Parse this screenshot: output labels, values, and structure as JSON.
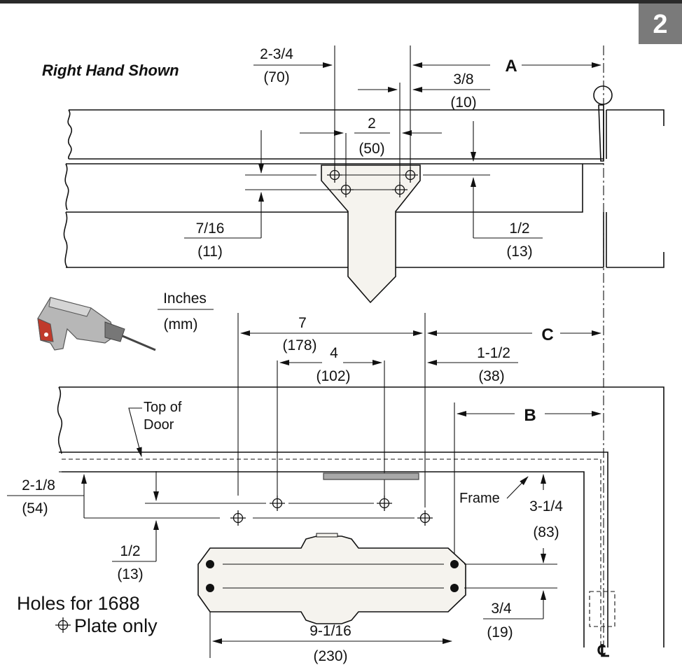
{
  "step_number": "2",
  "title": "Right Hand Shown",
  "units": {
    "primary": "Inches",
    "secondary": "(mm)"
  },
  "letters": {
    "a": "A",
    "b": "B",
    "c": "C",
    "centerline": "℄"
  },
  "labels": {
    "top_of_door_1": "Top of",
    "top_of_door_2": "Door",
    "frame": "Frame",
    "holes_note_1": "Holes for 1688",
    "holes_note_2": "Plate only"
  },
  "dims": {
    "d2_3_4": {
      "in": "2-3/4",
      "mm": "(70)"
    },
    "d3_8": {
      "in": "3/8",
      "mm": "(10)"
    },
    "d2": {
      "in": "2",
      "mm": "(50)"
    },
    "d7_16": {
      "in": "7/16",
      "mm": "(11)"
    },
    "d1_2_top": {
      "in": "1/2",
      "mm": "(13)"
    },
    "d7": {
      "in": "7",
      "mm": "(178)"
    },
    "d4": {
      "in": "4",
      "mm": "(102)"
    },
    "d1_1_2": {
      "in": "1-1/2",
      "mm": "(38)"
    },
    "d2_1_8": {
      "in": "2-1/8",
      "mm": "(54)"
    },
    "d1_2_bot": {
      "in": "1/2",
      "mm": "(13)"
    },
    "d3_1_4": {
      "in": "3-1/4",
      "mm": "(83)"
    },
    "d3_4": {
      "in": "3/4",
      "mm": "(19)"
    },
    "d9_1_16": {
      "in": "9-1/16",
      "mm": "(230)"
    }
  }
}
